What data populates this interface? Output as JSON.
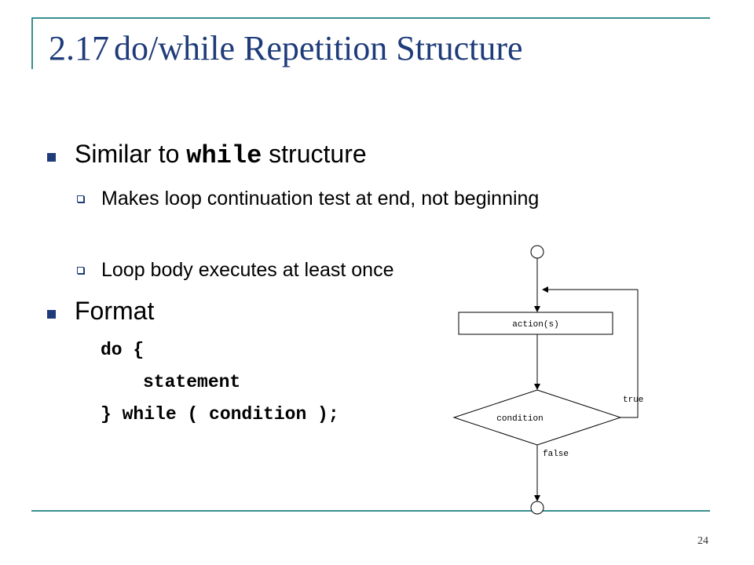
{
  "slide": {
    "title_number": "2.17",
    "title_text": "do/while Repetition Structure",
    "page_number": "24"
  },
  "bullets": [
    {
      "prefix": "Similar to ",
      "code": "while",
      "suffix": " structure",
      "sub": [
        "Makes loop continuation test at end, not beginning",
        "Loop body executes at least once"
      ]
    },
    {
      "text": "Format",
      "code_lines": [
        "do {",
        "statement",
        "} while ( condition );"
      ]
    }
  ],
  "flowchart": {
    "action_label": "action(s)",
    "condition_label": "condition",
    "true_label": "true",
    "false_label": "false"
  },
  "colors": {
    "title": "#1f3c7a",
    "rule": "#3a8f8f",
    "bullet": "#1f3c7a"
  }
}
